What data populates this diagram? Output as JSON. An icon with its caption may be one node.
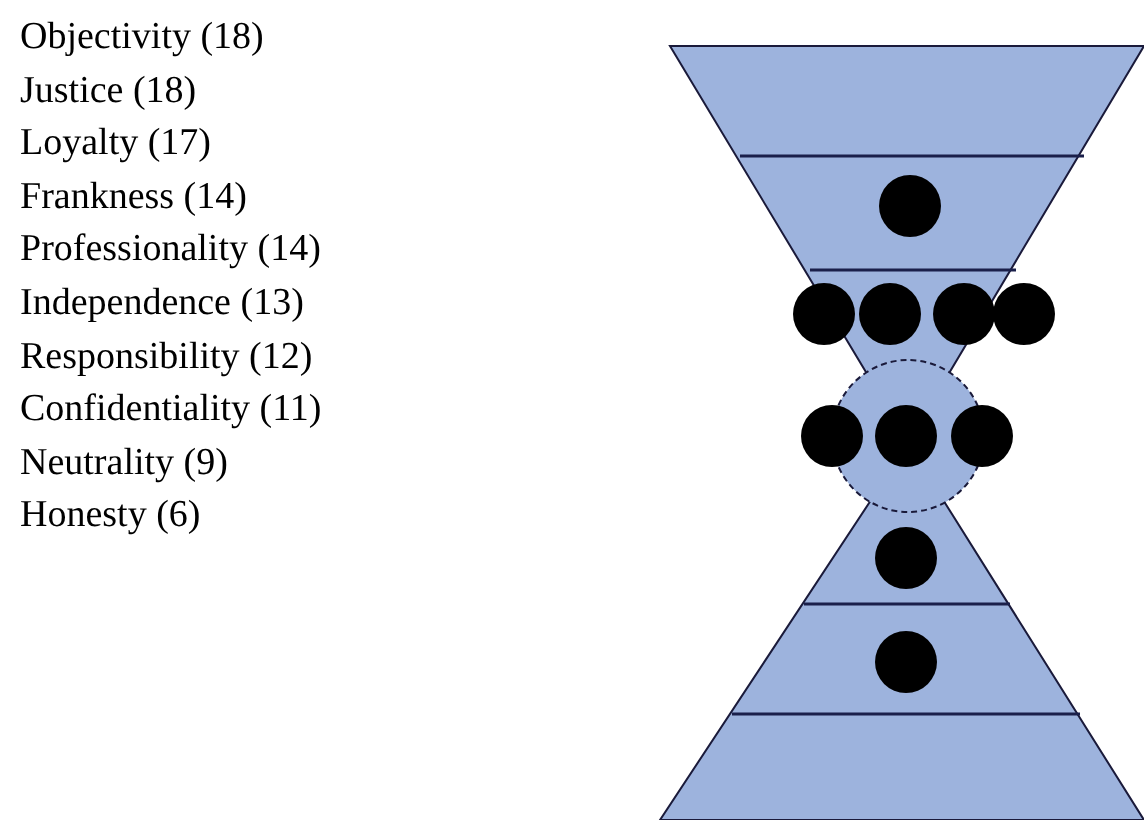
{
  "diagram": {
    "labels": [
      "Objectivity (18)",
      "Justice (18)",
      "Loyalty (17)",
      "Frankness (14)",
      "Professionality (14)",
      "Independence (13)",
      "Responsibility (12)",
      "Confidentiality (11)",
      "Neutrality (9)",
      "Honesty (6)"
    ]
  }
}
